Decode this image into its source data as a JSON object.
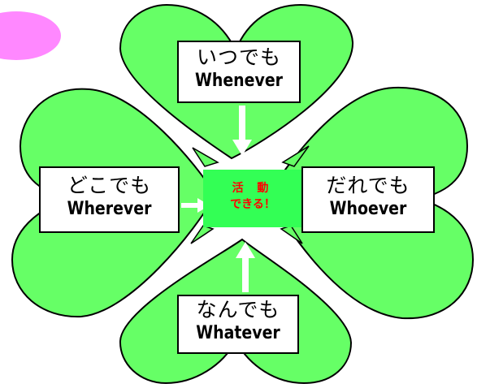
{
  "colors": {
    "leaf_fill": "#66ff66",
    "leaf_stroke": "#000000",
    "center_fill": "#33ff55",
    "center_text": "#ff0000",
    "arrow": "#ffffff",
    "corner_blob": "#ff88ff"
  },
  "center": {
    "line1": "活 動",
    "line2": "できる！"
  },
  "leaves": {
    "top": {
      "ja": "いつでも",
      "en": "Whenever"
    },
    "left": {
      "ja": "どこでも",
      "en": "Wherever"
    },
    "right": {
      "ja": "だれでも",
      "en": "Whoever"
    },
    "bottom": {
      "ja": "なんでも",
      "en": "Whatever"
    }
  }
}
